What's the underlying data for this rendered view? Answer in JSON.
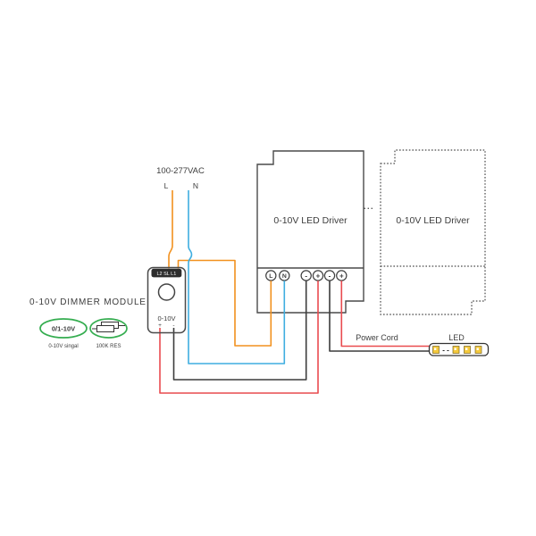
{
  "supply": {
    "label": "100-277VAC",
    "line": "L",
    "neutral": "N"
  },
  "dimmer": {
    "heading": "0-10V DIMMER MODULE",
    "terminal_label": "L2 SL L1",
    "dial_label": "0-10V",
    "plus": "+",
    "minus": "-"
  },
  "legend": {
    "signal_badge": "0/1-10V",
    "signal_caption": "0-10V singal",
    "resistor_caption": "100K RES"
  },
  "drivers": {
    "primary_label": "0-10V LED Driver",
    "secondary_label": "0-10V LED Driver",
    "terminals": [
      "L",
      "N",
      "-",
      "+",
      "-",
      "+"
    ],
    "continuation": "..."
  },
  "output": {
    "power_cord_label": "Power Cord",
    "led_label": "LED",
    "strip_pad_marks": "- -"
  },
  "colors": {
    "orange": "#F2911E",
    "blue": "#3FAEE0",
    "red": "#E94B4F",
    "wire_dark": "#3C3C3C",
    "green": "#35AD50",
    "outline": "#4A4A4A",
    "pad_yellow": "#F4C93C"
  }
}
